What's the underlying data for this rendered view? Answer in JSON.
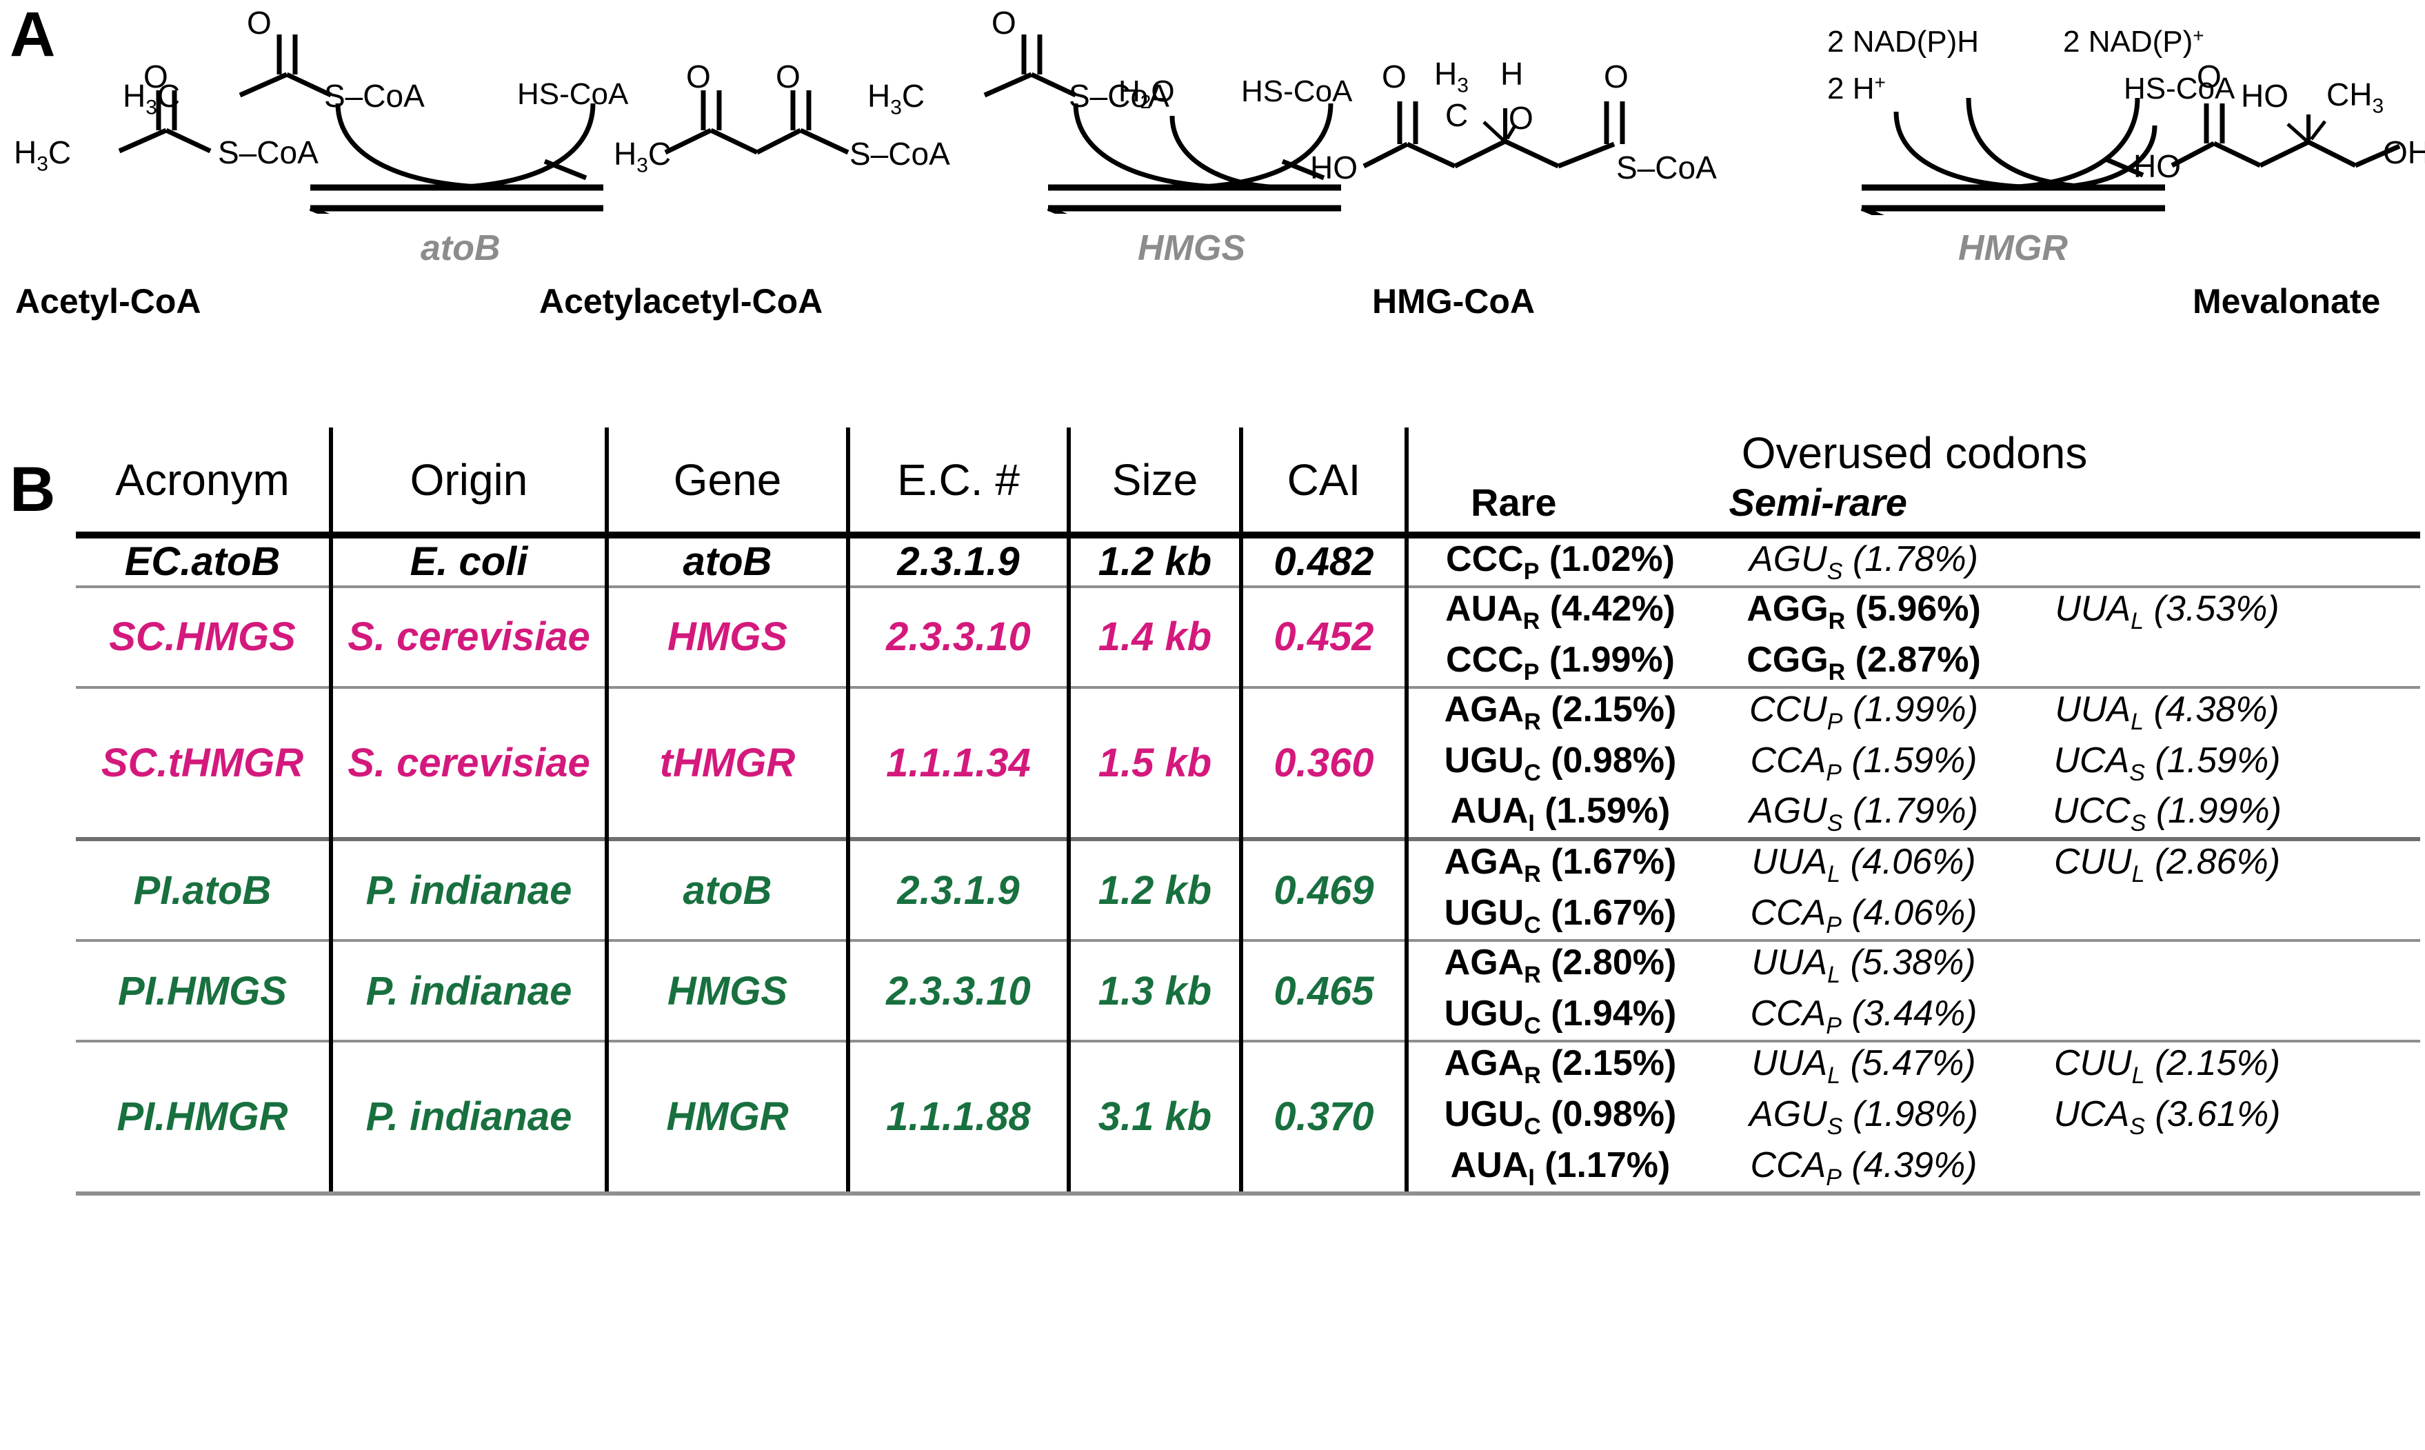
{
  "panels": {
    "a_letter": "A",
    "b_letter": "B"
  },
  "pathway": {
    "compounds": [
      {
        "name": "Acetyl-CoA",
        "formula_top": "H3C",
        "formula_right": "S–CoA"
      },
      {
        "name": "Acetylacetyl-CoA",
        "formula_top": "H3C",
        "formula_right": "S–CoA"
      },
      {
        "name": "HMG-CoA",
        "formula_left": "HO",
        "formula_right": "S–CoA"
      },
      {
        "name": "Mevalonate",
        "formula_left": "HO",
        "formula_right": "OH"
      }
    ],
    "labels": {
      "acetyl_coa": "Acetyl-CoA",
      "acetylacetyl_coa": "Acetylacetyl-CoA",
      "hmg_coa": "HMG-CoA",
      "mevalonate": "Mevalonate",
      "methyl": "H",
      "methyl_sub": "3",
      "methyl_c": "C",
      "s_coa": "S–CoA",
      "hs_coa": "HS-CoA",
      "oxygen": "O",
      "hydroxyl_ho": "HO",
      "hydroxyl_oh": "OH",
      "ch3": "CH",
      "ch3_sub": "3",
      "h_atom": "H",
      "ho_label": "HO",
      "o_label": "O"
    },
    "enzymes": [
      {
        "name": "atoB"
      },
      {
        "name": "HMGS"
      },
      {
        "name": "HMGR"
      }
    ],
    "cofactors": {
      "step1_in": "",
      "step1_out": "HS-CoA",
      "step2_in": "H2O",
      "step2_out": "HS-CoA",
      "step3_in_1": "2 NAD(P)H",
      "step3_in_2": "2 H+",
      "step3_out_1": "2 NAD(P)+",
      "step3_out_2": "HS-CoA"
    }
  },
  "table": {
    "headers": [
      "Acronym",
      "Origin",
      "Gene",
      "E.C. #",
      "Size",
      "CAI"
    ],
    "overused_title": "Overused codons",
    "overused_sub": {
      "rare": "Rare",
      "semirare": "Semi-rare"
    },
    "rows": [
      {
        "color": "black",
        "acronym": "EC.atoB",
        "origin": "E. coli",
        "gene": "atoB",
        "ec": "2.3.1.9",
        "size": "1.2 kb",
        "cai": "0.482",
        "codons": [
          [
            {
              "codon": "CCC",
              "aa": "P",
              "pct": "(1.02%)",
              "style": "bold"
            },
            {
              "codon": "AGU",
              "aa": "S",
              "pct": "(1.78%)",
              "style": "ital"
            }
          ]
        ]
      },
      {
        "color": "pink",
        "acronym": "SC.HMGS",
        "origin": "S. cerevisiae",
        "gene": "HMGS",
        "ec": "2.3.3.10",
        "size": "1.4 kb",
        "cai": "0.452",
        "codons": [
          [
            {
              "codon": "AUA",
              "aa": "R",
              "pct": "(4.42%)",
              "style": "bold"
            },
            {
              "codon": "AGG",
              "aa": "R",
              "pct": "(5.96%)",
              "style": "bold"
            },
            {
              "codon": "UUA",
              "aa": "L",
              "pct": "(3.53%)",
              "style": "ital"
            }
          ],
          [
            {
              "codon": "CCC",
              "aa": "P",
              "pct": "(1.99%)",
              "style": "bold"
            },
            {
              "codon": "CGG",
              "aa": "R",
              "pct": "(2.87%)",
              "style": "bold"
            }
          ]
        ]
      },
      {
        "color": "pink",
        "acronym": "SC.tHMGR",
        "origin": "S. cerevisiae",
        "gene": "tHMGR",
        "ec": "1.1.1.34",
        "size": "1.5 kb",
        "cai": "0.360",
        "codons": [
          [
            {
              "codon": "AGA",
              "aa": "R",
              "pct": "(2.15%)",
              "style": "bold"
            },
            {
              "codon": "CCU",
              "aa": "P",
              "pct": "(1.99%)",
              "style": "ital"
            },
            {
              "codon": "UUA",
              "aa": "L",
              "pct": "(4.38%)",
              "style": "ital"
            }
          ],
          [
            {
              "codon": "UGU",
              "aa": "C",
              "pct": "(0.98%)",
              "style": "bold"
            },
            {
              "codon": "CCA",
              "aa": "P",
              "pct": "(1.59%)",
              "style": "ital"
            },
            {
              "codon": "UCA",
              "aa": "S",
              "pct": "(1.59%)",
              "style": "ital"
            }
          ],
          [
            {
              "codon": "AUA",
              "aa": "I",
              "pct": "(1.59%)",
              "style": "bold"
            },
            {
              "codon": "AGU",
              "aa": "S",
              "pct": "(1.79%)",
              "style": "ital"
            },
            {
              "codon": "UCC",
              "aa": "S",
              "pct": "(1.99%)",
              "style": "ital"
            }
          ]
        ]
      },
      {
        "color": "green",
        "acronym": "PI.atoB",
        "origin": "P. indianae",
        "gene": "atoB",
        "ec": "2.3.1.9",
        "size": "1.2 kb",
        "cai": "0.469",
        "codons": [
          [
            {
              "codon": "AGA",
              "aa": "R",
              "pct": "(1.67%)",
              "style": "bold"
            },
            {
              "codon": "UUA",
              "aa": "L",
              "pct": "(4.06%)",
              "style": "ital"
            },
            {
              "codon": "CUU",
              "aa": "L",
              "pct": "(2.86%)",
              "style": "ital"
            }
          ],
          [
            {
              "codon": "UGU",
              "aa": "C",
              "pct": "(1.67%)",
              "style": "bold"
            },
            {
              "codon": "CCA",
              "aa": "P",
              "pct": "(4.06%)",
              "style": "ital"
            }
          ]
        ]
      },
      {
        "color": "green",
        "acronym": "PI.HMGS",
        "origin": "P. indianae",
        "gene": "HMGS",
        "ec": "2.3.3.10",
        "size": "1.3 kb",
        "cai": "0.465",
        "codons": [
          [
            {
              "codon": "AGA",
              "aa": "R",
              "pct": "(2.80%)",
              "style": "bold"
            },
            {
              "codon": "UUA",
              "aa": "L",
              "pct": "(5.38%)",
              "style": "ital"
            }
          ],
          [
            {
              "codon": "UGU",
              "aa": "C",
              "pct": "(1.94%)",
              "style": "bold"
            },
            {
              "codon": "CCA",
              "aa": "P",
              "pct": "(3.44%)",
              "style": "ital"
            }
          ]
        ]
      },
      {
        "color": "green",
        "acronym": "PI.HMGR",
        "origin": "P. indianae",
        "gene": "HMGR",
        "ec": "1.1.1.88",
        "size": "3.1 kb",
        "cai": "0.370",
        "codons": [
          [
            {
              "codon": "AGA",
              "aa": "R",
              "pct": "(2.15%)",
              "style": "bold"
            },
            {
              "codon": "UUA",
              "aa": "L",
              "pct": "(5.47%)",
              "style": "ital"
            },
            {
              "codon": "CUU",
              "aa": "L",
              "pct": "(2.15%)",
              "style": "ital"
            }
          ],
          [
            {
              "codon": "UGU",
              "aa": "C",
              "pct": "(0.98%)",
              "style": "bold"
            },
            {
              "codon": "AGU",
              "aa": "S",
              "pct": "(1.98%)",
              "style": "ital"
            },
            {
              "codon": "UCA",
              "aa": "S",
              "pct": "(3.61%)",
              "style": "ital"
            }
          ],
          [
            {
              "codon": "AUA",
              "aa": "I",
              "pct": "(1.17%)",
              "style": "bold"
            },
            {
              "codon": "CCA",
              "aa": "P",
              "pct": "(4.39%)",
              "style": "ital"
            }
          ]
        ]
      }
    ]
  },
  "colors": {
    "black": "#000000",
    "pink": "#d4197d",
    "green": "#18703f",
    "enzyme_gray": "#8c8c8c",
    "rule_gray": "#8f8f8f"
  }
}
